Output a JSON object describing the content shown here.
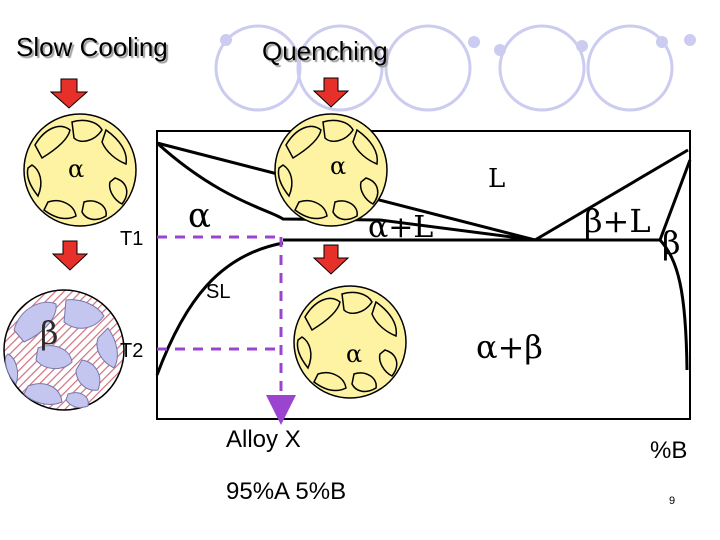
{
  "headers": {
    "slow_cooling": "Slow Cooling",
    "quenching": "Quenching"
  },
  "phase_labels": {
    "alpha_grain_left": "α",
    "alpha_grain_top": "α",
    "alpha_grain_mid": "α",
    "beta_grain": "β",
    "alpha_region": "α",
    "alpha_plus_liquid": "α+L",
    "liquid": "L",
    "beta_plus_liquid": "β+L",
    "beta_region": "β",
    "alpha_plus_beta": "α+β"
  },
  "temperature_labels": {
    "t1": "T1",
    "t2": "T2"
  },
  "solvus_label": "SL",
  "alloy": {
    "name": "Alloy X",
    "composition": "95%A 5%B"
  },
  "axis": {
    "x_label": "%B"
  },
  "page_number": "9",
  "colors": {
    "grain_fill": "#fdf3a3",
    "grain_outline": "#000000",
    "beta_grain_fill": "#c4c6ef",
    "beta_hatch": "#d07080",
    "arrow_fill": "#e8302a",
    "dashed_line": "#9a44d0",
    "deco_circle": "#ccccf0"
  }
}
